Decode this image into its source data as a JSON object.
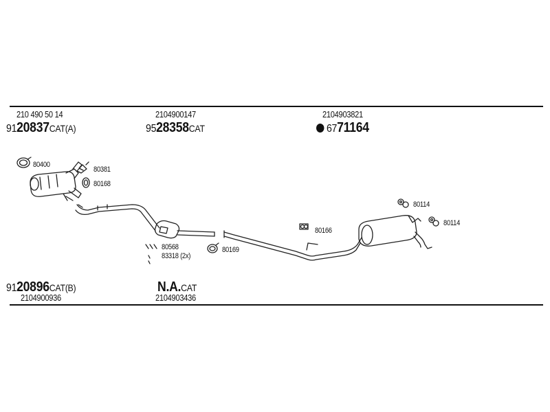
{
  "header_left": {
    "oe": "210 490 50 14",
    "prefix": "91",
    "number": "20837",
    "suffix": "CAT(A)"
  },
  "header_mid": {
    "oe": "2104900147",
    "prefix": "95",
    "number": "28358",
    "suffix": "CAT"
  },
  "header_right": {
    "oe": "2104903821",
    "prefix": "67",
    "number": "71164"
  },
  "footer_left": {
    "prefix": "91",
    "number": "20896",
    "suffix": "CAT(B)",
    "oe": "2104900936"
  },
  "footer_mid": {
    "number": "N.A.",
    "suffix": "CAT",
    "oe": "2104903436"
  },
  "labels": {
    "clamp_front": "80400",
    "gasket_front": "80381",
    "ring_front": "80168",
    "bolt_1": "80568",
    "bolt_2": "83318 (2x)",
    "clamp_mid": "80169",
    "hanger_mid": "80166",
    "hanger_rear_top": "80114",
    "hanger_rear_right": "80114"
  }
}
